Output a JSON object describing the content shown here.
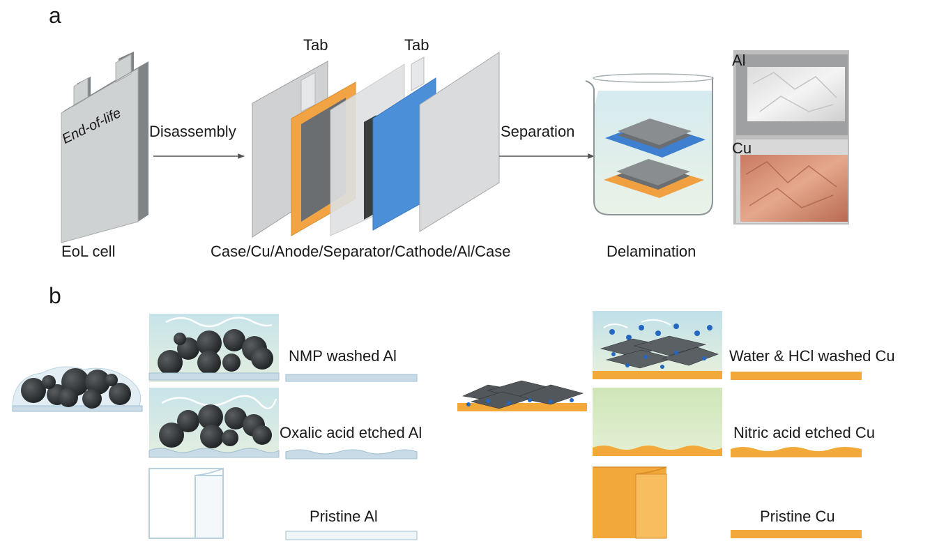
{
  "panel_a": {
    "letter": "a",
    "eol_cell": {
      "text": "End-of-life",
      "caption": "EoL cell"
    },
    "step_disassembly": "Disassembly",
    "tab_left": "Tab",
    "tab_right": "Tab",
    "stack_caption": "Case/Cu/Anode/Separator/Cathode/Al/Case",
    "step_separation": "Separation",
    "beaker_caption": "Delamination",
    "photo_al": "Al",
    "photo_cu": "Cu"
  },
  "panel_b": {
    "letter": "b",
    "al": {
      "nmp": "NMP washed Al",
      "oxalic": "Oxalic acid etched Al",
      "pristine": "Pristine Al"
    },
    "cu": {
      "water_hcl": "Water & HCl washed Cu",
      "nitric": "Nitric acid etched Cu",
      "pristine": "Pristine Cu"
    }
  },
  "colors": {
    "aluminum": "#c9dbe6",
    "copper": "#f3a93a",
    "separator": "#4d8fd8",
    "active_material": "#2e3133",
    "liquid_al": "#cfe6ea",
    "liquid_cu": "#d4e8c4"
  }
}
